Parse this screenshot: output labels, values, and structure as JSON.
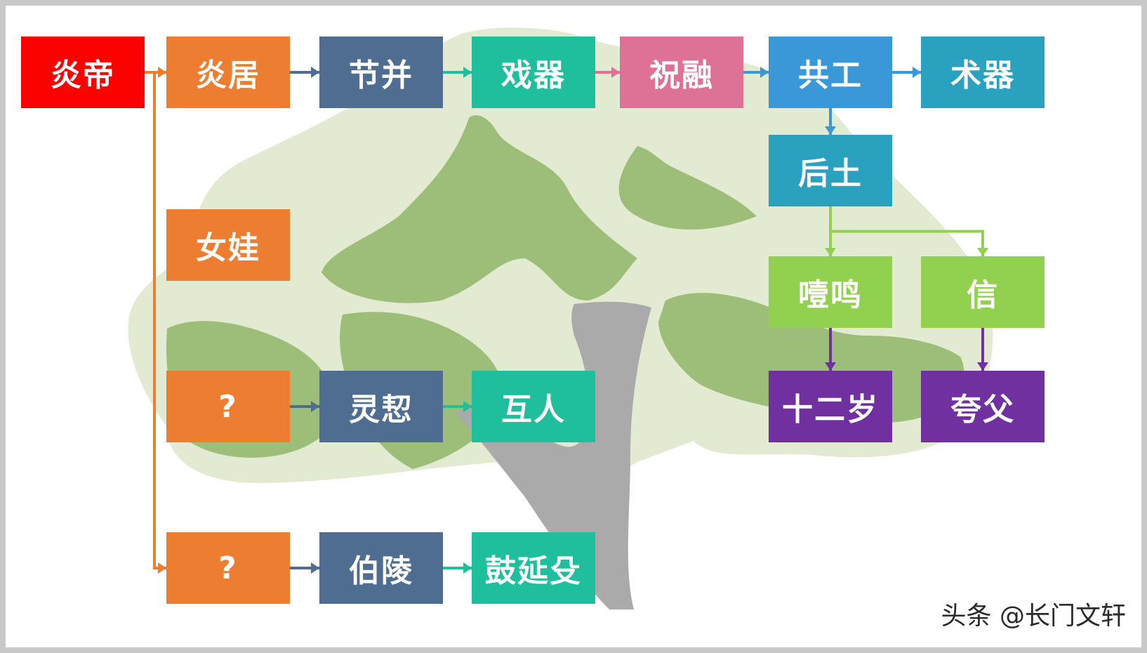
{
  "colors": {
    "red": "#fb0100",
    "orange": "#ed7d31",
    "slate": "#4f6d91",
    "teal": "#1fbe9c",
    "pink": "#de7296",
    "blue": "#3b98d8",
    "cyan": "#2aa1be",
    "green": "#92d050",
    "purple": "#7030a0"
  },
  "nodes": [
    {
      "id": "yandi",
      "label": "炎帝",
      "color": "red"
    },
    {
      "id": "yanju",
      "label": "炎居",
      "color": "orange"
    },
    {
      "id": "jiebing",
      "label": "节并",
      "color": "slate"
    },
    {
      "id": "xiqi",
      "label": "戏器",
      "color": "teal"
    },
    {
      "id": "zhurong",
      "label": "祝融",
      "color": "pink"
    },
    {
      "id": "gonggong",
      "label": "共工",
      "color": "blue"
    },
    {
      "id": "shuqi",
      "label": "术器",
      "color": "cyan"
    },
    {
      "id": "houtu",
      "label": "后土",
      "color": "cyan"
    },
    {
      "id": "nvwa",
      "label": "女娃",
      "color": "orange"
    },
    {
      "id": "yeming",
      "label": "噎鸣",
      "color": "green"
    },
    {
      "id": "xin",
      "label": "信",
      "color": "green"
    },
    {
      "id": "unknown1",
      "label": "?",
      "color": "orange"
    },
    {
      "id": "linggai",
      "label": "灵恝",
      "color": "slate"
    },
    {
      "id": "huren",
      "label": "互人",
      "color": "teal"
    },
    {
      "id": "shiersui",
      "label": "十二岁",
      "color": "purple"
    },
    {
      "id": "kuafu",
      "label": "夸父",
      "color": "purple"
    },
    {
      "id": "unknown2",
      "label": "?",
      "color": "orange"
    },
    {
      "id": "boling",
      "label": "伯陵",
      "color": "slate"
    },
    {
      "id": "guyanshu",
      "label": "鼓延殳",
      "color": "teal"
    }
  ],
  "edges": [
    {
      "from": "yandi",
      "to": "yanju",
      "color": "orange"
    },
    {
      "from": "yandi",
      "to": "unknown2",
      "color": "orange"
    },
    {
      "from": "yanju",
      "to": "jiebing",
      "color": "slate"
    },
    {
      "from": "jiebing",
      "to": "xiqi",
      "color": "teal"
    },
    {
      "from": "xiqi",
      "to": "zhurong",
      "color": "pink"
    },
    {
      "from": "zhurong",
      "to": "gonggong",
      "color": "blue"
    },
    {
      "from": "gonggong",
      "to": "shuqi",
      "color": "blue"
    },
    {
      "from": "gonggong",
      "to": "houtu",
      "color": "blue"
    },
    {
      "from": "houtu",
      "to": "yeming",
      "color": "green"
    },
    {
      "from": "houtu",
      "to": "xin",
      "color": "green"
    },
    {
      "from": "yeming",
      "to": "shiersui",
      "color": "purple"
    },
    {
      "from": "xin",
      "to": "kuafu",
      "color": "purple"
    },
    {
      "from": "unknown1",
      "to": "linggai",
      "color": "slate"
    },
    {
      "from": "linggai",
      "to": "huren",
      "color": "teal"
    },
    {
      "from": "unknown2",
      "to": "boling",
      "color": "slate"
    },
    {
      "from": "boling",
      "to": "guyanshu",
      "color": "teal"
    }
  ],
  "watermark": "头条 @长门文轩"
}
